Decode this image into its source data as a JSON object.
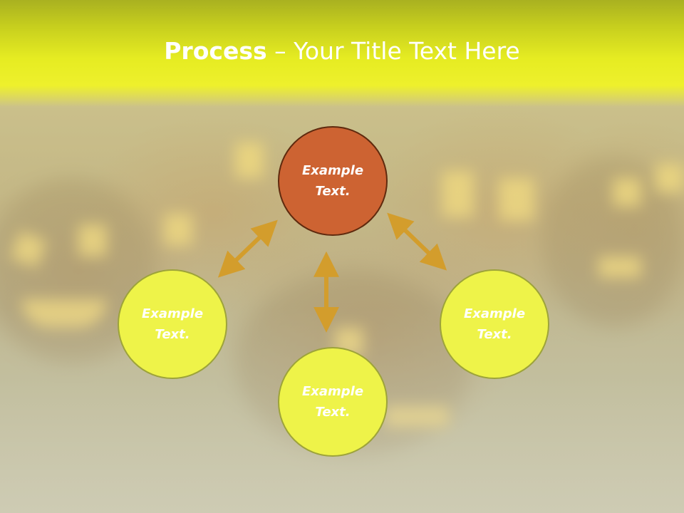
{
  "slide": {
    "title_bold": "Process",
    "title_separator": " – ",
    "title_rest": "Your Title Text Here"
  },
  "diagram": {
    "nodes": [
      {
        "id": "top",
        "line1": "Example",
        "line2": "Text.",
        "color": "#cd6332"
      },
      {
        "id": "left",
        "line1": "Example",
        "line2": "Text.",
        "color": "#eef349"
      },
      {
        "id": "right",
        "line1": "Example",
        "line2": "Text.",
        "color": "#eef349"
      },
      {
        "id": "bottom",
        "line1": "Example",
        "line2": "Text.",
        "color": "#eef349"
      }
    ],
    "arrow_color": "#d39d2c",
    "connections": [
      {
        "from": "top",
        "to": "left"
      },
      {
        "from": "top",
        "to": "right"
      },
      {
        "from": "top",
        "to": "bottom"
      }
    ]
  },
  "theme": {
    "header_color": "#e6ec22",
    "accent": "#cd6332"
  }
}
